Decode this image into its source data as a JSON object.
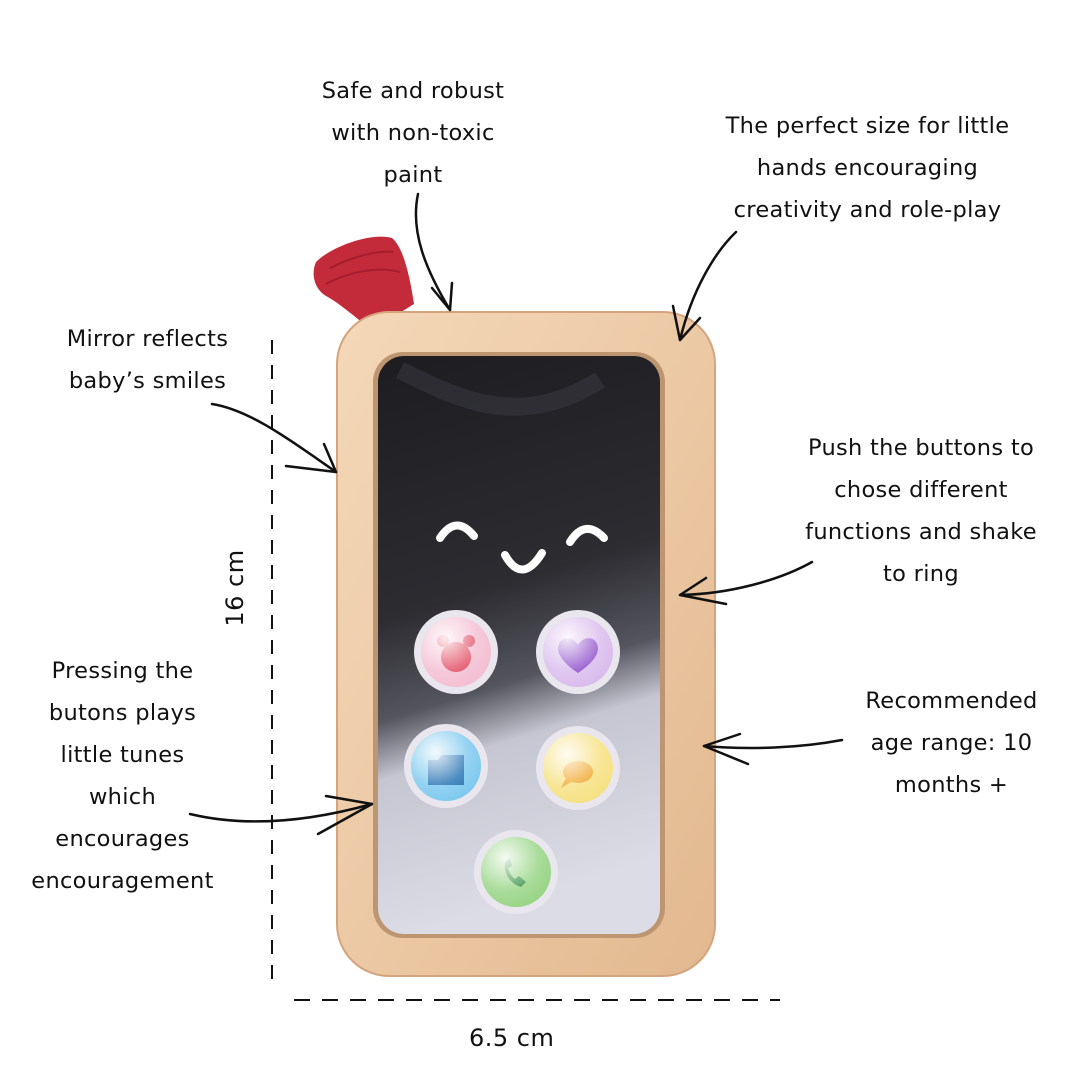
{
  "callouts": {
    "top": [
      "Safe and robust",
      "with non-toxic",
      "paint"
    ],
    "right_size": [
      "The perfect size for little",
      "hands encouraging",
      "creativity and role-play"
    ],
    "mirror": [
      "Mirror reflects",
      "baby’s smiles"
    ],
    "right_buttons": [
      "Push the buttons to",
      "chose different",
      "functions and shake",
      "to ring"
    ],
    "left_tunes": [
      "Pressing the",
      "butons plays",
      "little tunes",
      "which",
      "encourages",
      "encouragement"
    ],
    "right_age": [
      "Recommended",
      "age range: 10",
      "months +"
    ]
  },
  "dimensions": {
    "height": "16 cm",
    "width": "6.5 cm"
  },
  "colors": {
    "wood": "#efcfae",
    "mirror_dark": "#26262a",
    "mirror_light": "#d7d7e2",
    "strap": "#c32a3a",
    "button_pink": "#f3bcd0",
    "button_purple": "#d8b9ec",
    "button_blue": "#79c7ee",
    "button_yellow": "#f6e07e",
    "button_green": "#94d381"
  },
  "icons": {
    "button_1": "bear-icon",
    "button_2": "heart-icon",
    "button_3": "folder-icon",
    "button_4": "chat-bubble-icon",
    "button_5": "phone-icon"
  }
}
